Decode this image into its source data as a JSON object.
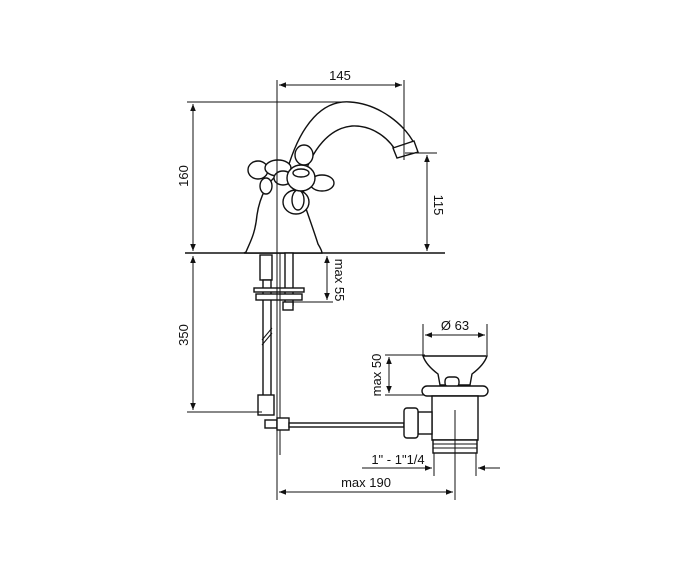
{
  "dimensions": {
    "spout_reach": "145",
    "total_height": "160",
    "spout_height": "115",
    "max_deck_thickness": "max 55",
    "hose_length": "350",
    "drain_diameter": "Ø 63",
    "drain_max_height": "max 50",
    "drain_thread": "1\" - 1\"1/4",
    "max_rod_distance": "max 190"
  }
}
